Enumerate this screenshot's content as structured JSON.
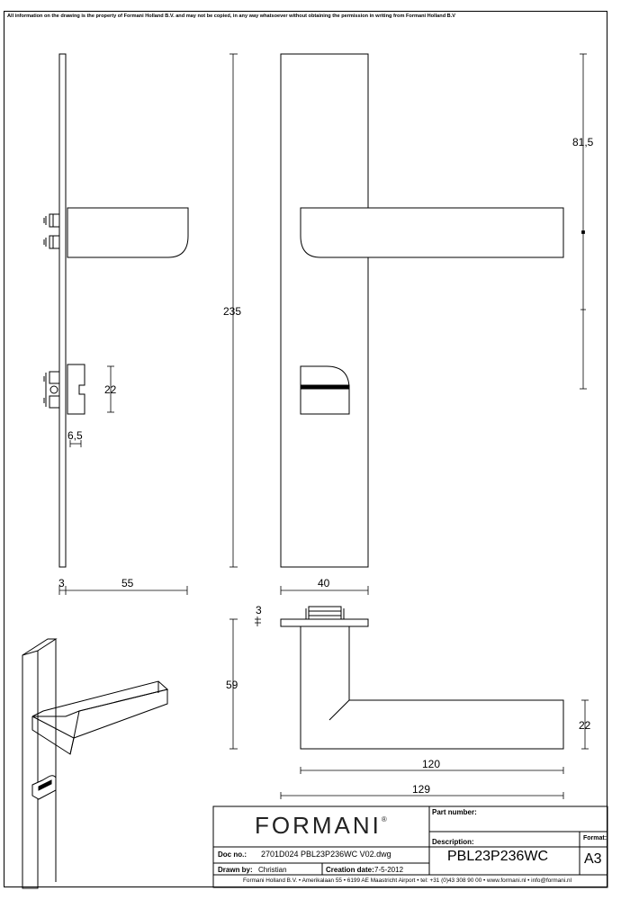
{
  "disclaimer": "All information on the drawing is the property of Formani Holland B.V. and may not be copied, in any way whatsoever without obtaining the permission in writing from Formani Holland B.V",
  "dimensions": {
    "d235": "235",
    "d81_5": "81,5",
    "d22_side": "22",
    "d6_5": "6,5",
    "d3_bottom": "3",
    "d55": "55",
    "d40": "40",
    "d3_top": "3",
    "d59": "59",
    "d22_lever": "22",
    "d120": "120",
    "d129": "129"
  },
  "title_block": {
    "logo": "FORMANI",
    "logo_mark": "®",
    "part_number_label": "Part number:",
    "part_number_value": "",
    "description_label": "Description:",
    "description_value": "PBL23P236WC",
    "format_label": "Format:",
    "format_value": "A3",
    "doc_no_label": "Doc no.:",
    "doc_no_value": "2701D024 PBL23P236WC V02.dwg",
    "drawn_by_label": "Drawn by:",
    "drawn_by_value": "Christian",
    "creation_date_label": "Creation date:",
    "creation_date_value": "7-5-2012",
    "footer": "Formani Holland B.V.  •  Amerikalaan 55  •  6199 AE Maastricht Airport  •  tel: +31 (0)43 308 90 00  •  www.formani.nl  •  info@formani.nl"
  }
}
